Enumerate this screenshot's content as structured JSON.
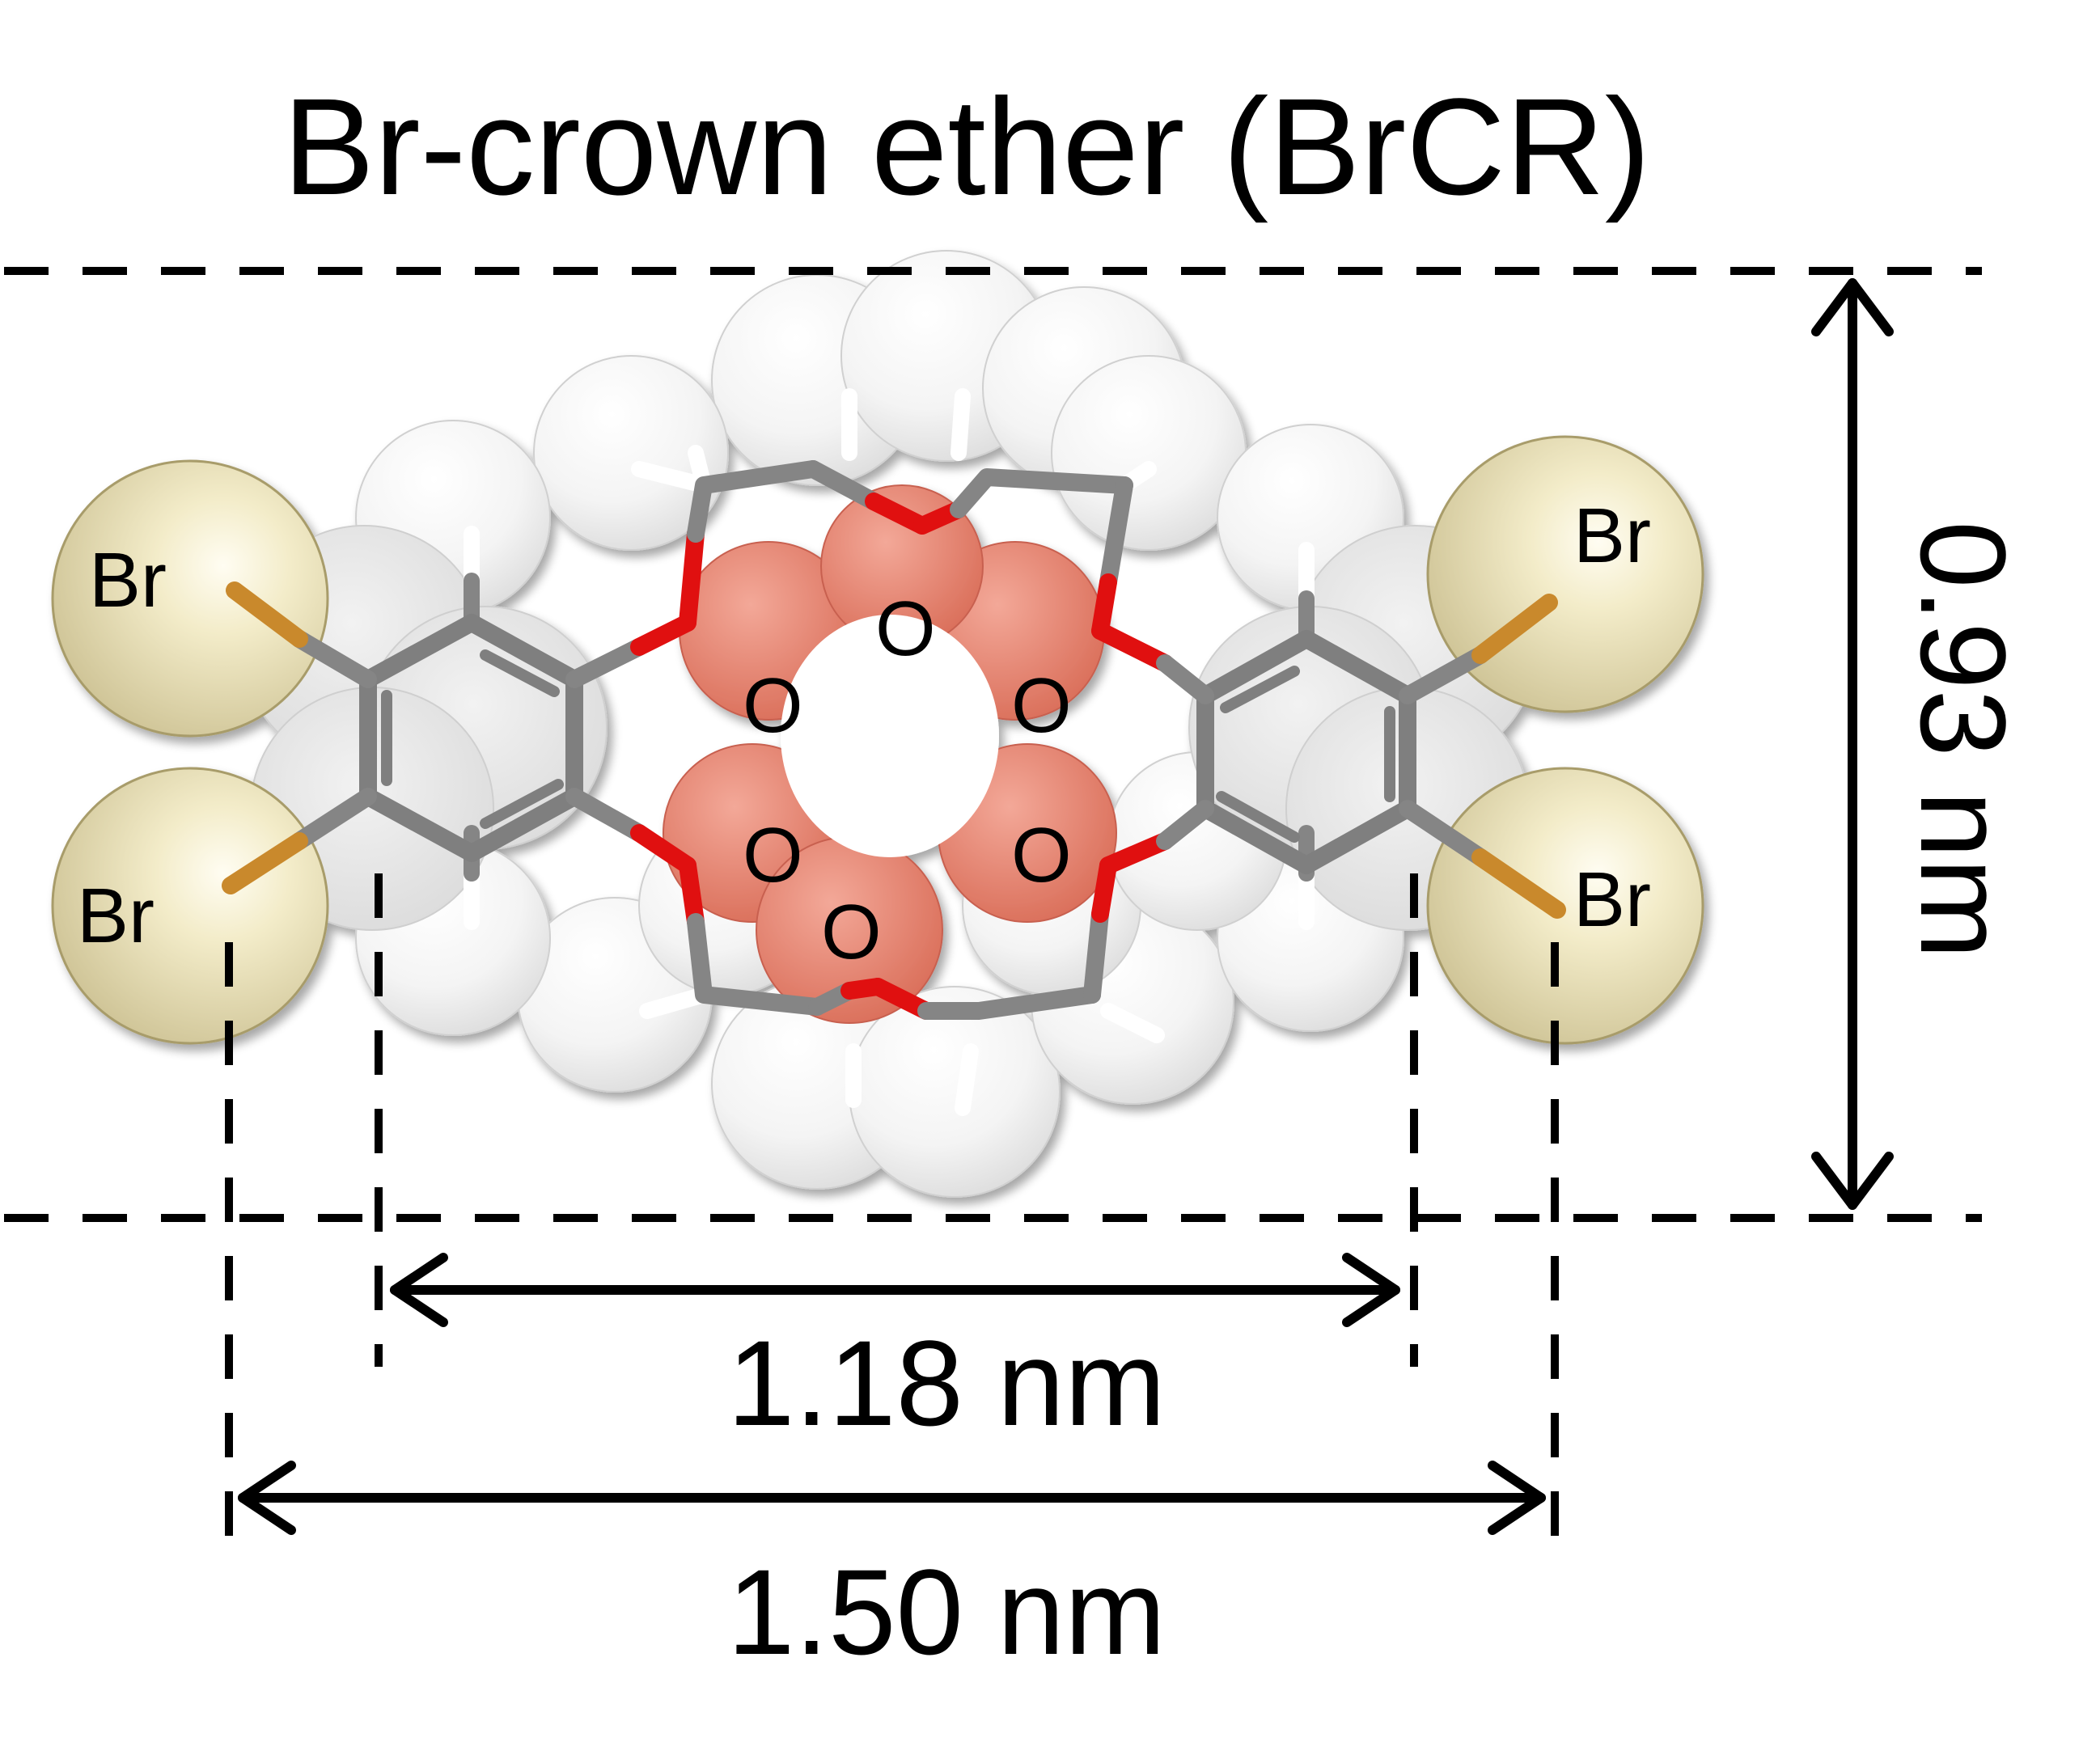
{
  "title": "Br-crown ether (BrCR)",
  "dimensions": {
    "height_label": "0.93 nm",
    "inner_width_label": "1.18 nm",
    "outer_width_label": "1.50 nm"
  },
  "atom_labels": {
    "bromine": [
      "Br",
      "Br",
      "Br",
      "Br"
    ],
    "oxygen": [
      "O",
      "O",
      "O",
      "O",
      "O",
      "O"
    ]
  },
  "colors": {
    "bromine": "#efe6be",
    "oxygen": "#e4806d",
    "hydrogen": "#f4f4f4",
    "carbon_stick": "#858585",
    "oxygen_stick": "#e01010",
    "bromine_stick": "#c9892c",
    "line": "#000000"
  }
}
